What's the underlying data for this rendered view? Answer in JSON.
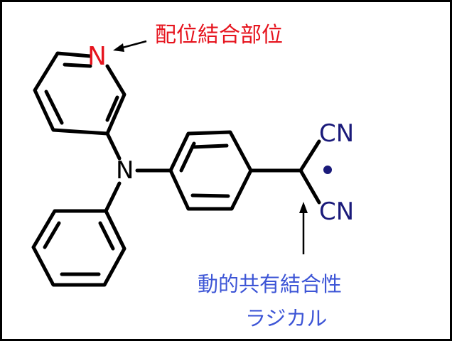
{
  "structure": {
    "atoms": {
      "pyridine_n": "N",
      "amine_n": "N",
      "cyano_top": "CN",
      "cyano_bottom": "CN"
    },
    "radical_dot": "•"
  },
  "labels": {
    "coordination_site": "配位結合部位",
    "radical_line1": "動的共有結合性",
    "radical_line2": "ラジカル"
  },
  "colors": {
    "coordination_label": "#e6141e",
    "radical_label": "#3d55d6",
    "cyano_group": "#1a1a7a",
    "bonds": "#000000",
    "frame": "#000000"
  }
}
